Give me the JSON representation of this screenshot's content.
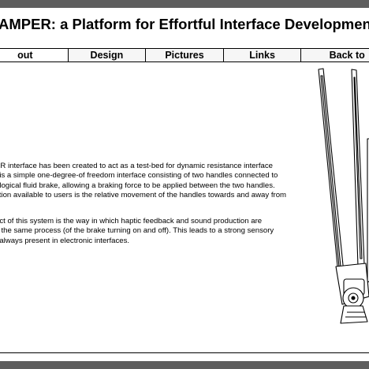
{
  "page": {
    "title": "AMPER: a Platform for Effortful Interface Developmen"
  },
  "nav": {
    "tabs": [
      {
        "label": "out",
        "active": true
      },
      {
        "label": "Design",
        "active": false
      },
      {
        "label": "Pictures",
        "active": false
      },
      {
        "label": "Links",
        "active": false
      },
      {
        "label": "Back to",
        "active": false
      }
    ]
  },
  "content": {
    "paragraph1": [
      "ER interface has been created to act as a test-bed for dynamic resistance interface",
      "t is a simple one-degree-of freedom interface consisting of two handles connected to",
      "ological fluid brake, allowing a braking force to be applied between the two handles.",
      "ction available to users is the relative movement of the handles towards and away from"
    ],
    "paragraph2": [
      "ect of this system is the way in which haptic feedback and sound production are",
      "y the same process (of the brake turning on and off). This leads to a strong sensory",
      "t always present in electronic interfaces."
    ]
  },
  "colors": {
    "frame": "#5e5e5e",
    "background": "#ffffff",
    "text": "#000000"
  },
  "icons": {
    "illustration": "two-handle-brake-device-illustration"
  }
}
